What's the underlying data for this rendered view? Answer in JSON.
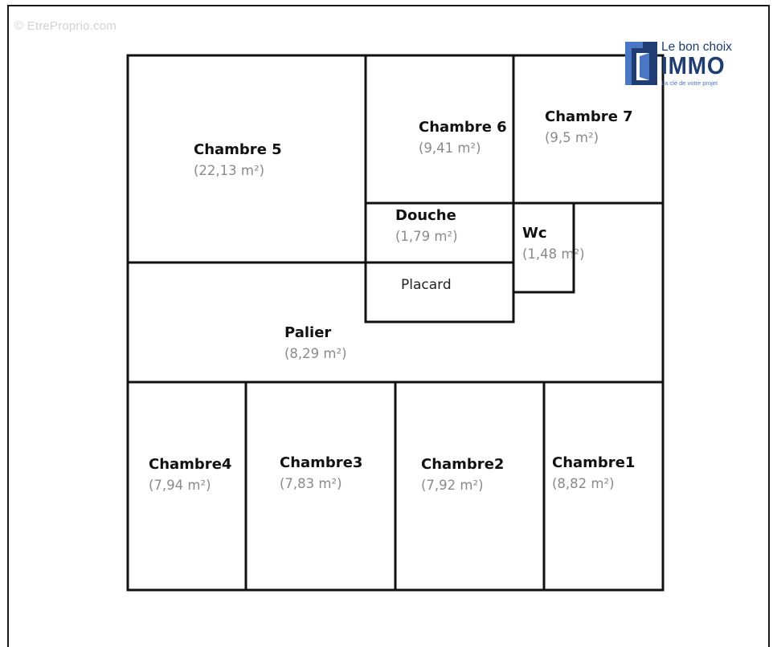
{
  "watermark": "© EtreProprio.com",
  "logo": {
    "line1": "Le bon choix",
    "line2": "IMMO",
    "line3": "La clé de votre projet",
    "colors": {
      "dark": "#1f3c73",
      "light": "#4a77c4"
    }
  },
  "rooms": {
    "chambre5": {
      "name": "Chambre 5",
      "area": "(22,13 m²)"
    },
    "chambre6": {
      "name": "Chambre 6",
      "area": "(9,41 m²)"
    },
    "chambre7": {
      "name": "Chambre 7",
      "area": "(9,5 m²)"
    },
    "douche": {
      "name": "Douche",
      "area": "(1,79 m²)"
    },
    "wc": {
      "name": "Wc",
      "area": "(1,48 m²)"
    },
    "placard": {
      "name": "Placard"
    },
    "palier": {
      "name": "Palier",
      "area": "(8,29 m²)"
    },
    "chambre4": {
      "name": "Chambre4",
      "area": "(7,94 m²)"
    },
    "chambre3": {
      "name": "Chambre3",
      "area": "(7,83 m²)"
    },
    "chambre2": {
      "name": "Chambre2",
      "area": "(7,92 m²)"
    },
    "chambre1": {
      "name": "Chambre1",
      "area": "(8,82 m²)"
    }
  }
}
